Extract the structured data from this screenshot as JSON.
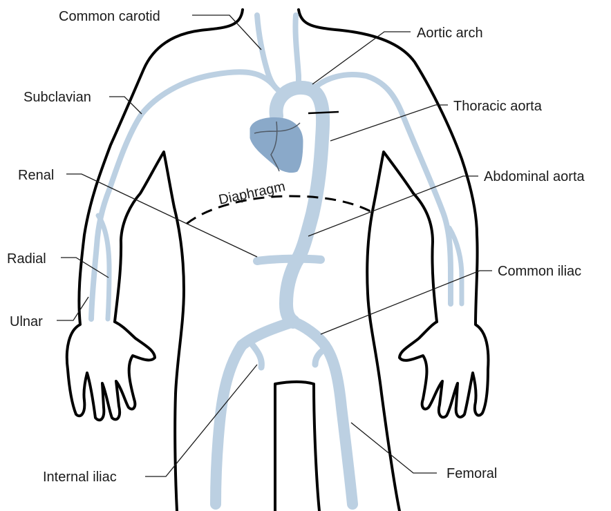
{
  "labels": {
    "common_carotid": "Common carotid",
    "aortic_arch": "Aortic arch",
    "subclavian": "Subclavian",
    "thoracic_aorta": "Thoracic aorta",
    "renal": "Renal",
    "abdominal_aorta": "Abdominal aorta",
    "diaphragm": "Diaphragm",
    "radial": "Radial",
    "common_iliac": "Common iliac",
    "ulnar": "Ulnar",
    "internal_iliac": "Internal iliac",
    "femoral": "Femoral"
  },
  "colors": {
    "vessel": "#bcd0e2",
    "heart_fill": "#8aa9c9",
    "heart_line": "#505a66",
    "outline": "#000000",
    "text": "#1a1a1a"
  }
}
